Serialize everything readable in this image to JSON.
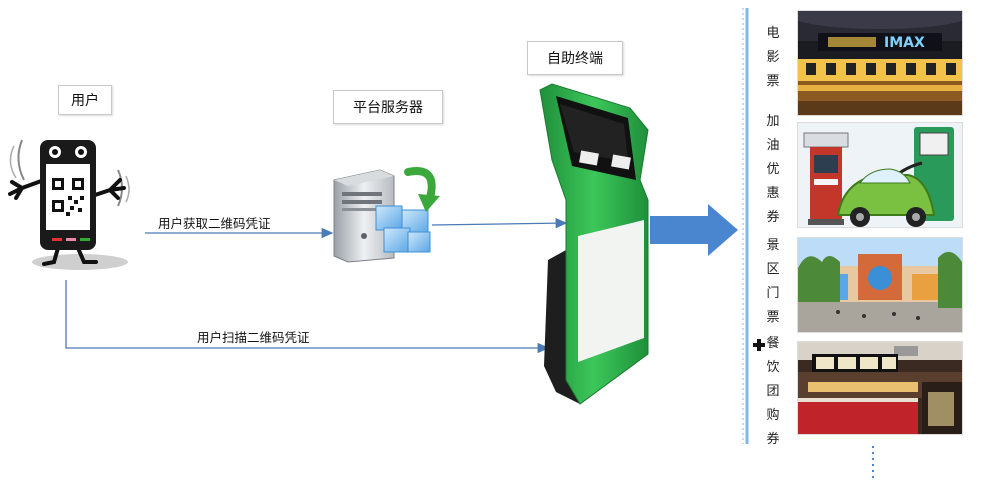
{
  "nodes": {
    "user": "用户",
    "server": "平台服务器",
    "terminal": "自助终端"
  },
  "edges": {
    "get_qr": "用户获取二维码凭证",
    "scan_qr": "用户扫描二维码凭证"
  },
  "services": [
    {
      "text": "电影票",
      "chars": [
        "电",
        "影",
        "票"
      ],
      "sign": "IMAX"
    },
    {
      "text": "加油优惠券",
      "chars": [
        "加",
        "油",
        "优",
        "惠",
        "券"
      ]
    },
    {
      "text": "景区门票",
      "chars": [
        "景",
        "区",
        "门",
        "票"
      ]
    },
    {
      "text": "餐饮团购券",
      "chars": [
        "餐",
        "饮",
        "团",
        "购",
        "券"
      ]
    }
  ],
  "colors": {
    "arrow": "#4a7ab8",
    "big_arrow": "#4a86d0",
    "kiosk_green": "#2eb24c",
    "divider": "#7fb8e8"
  },
  "icons": [
    "phone-character-icon",
    "server-icon",
    "kiosk-icon"
  ]
}
